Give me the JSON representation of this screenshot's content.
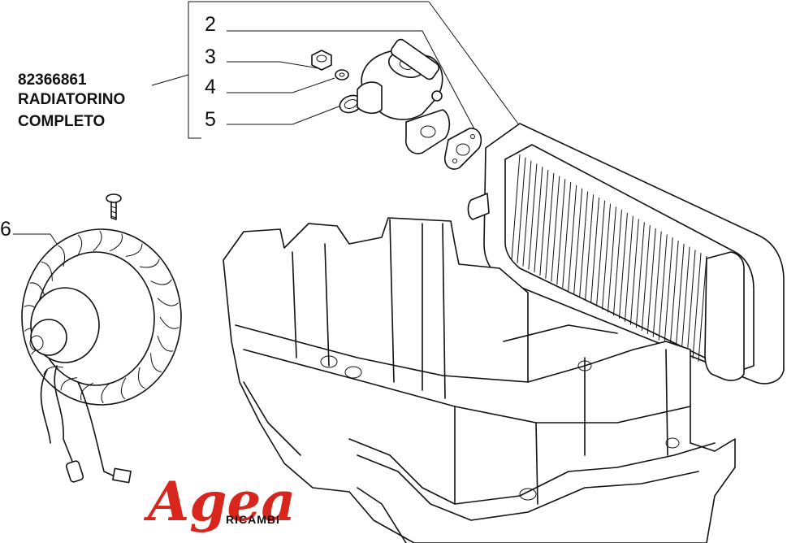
{
  "part_block": {
    "code": "82366861",
    "line1": "RADIATORINO",
    "line2": "COMPLETO"
  },
  "callouts": [
    "2",
    "3",
    "4",
    "5",
    "6"
  ],
  "logo": {
    "brand": "Agea",
    "sub": "RICAMBI",
    "brand_color": "#d9261c"
  },
  "colors": {
    "line": "#111111",
    "background": "#ffffff"
  }
}
